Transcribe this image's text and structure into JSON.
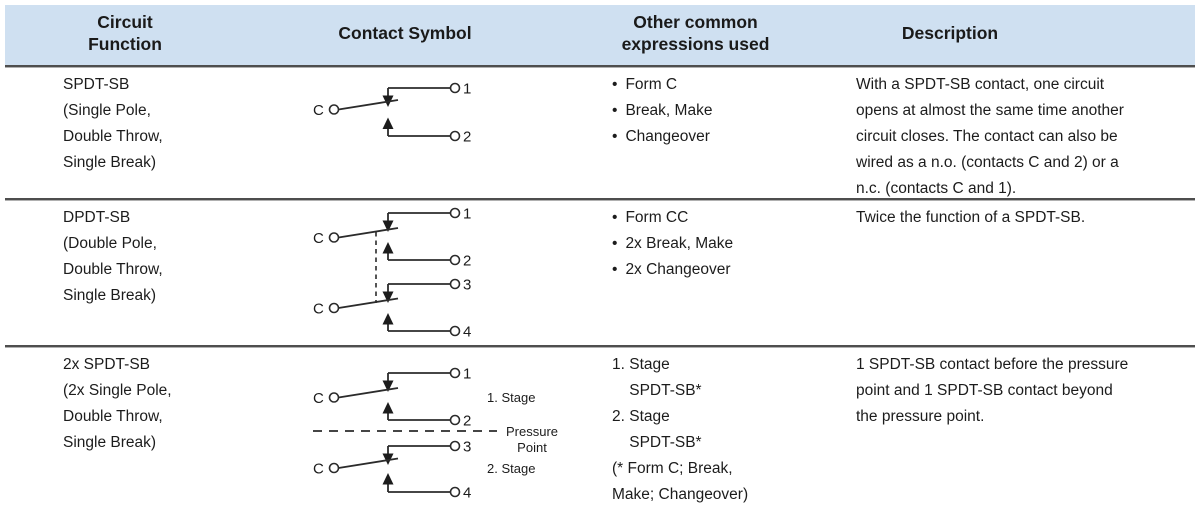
{
  "colors": {
    "header_bg": "#cfe0f1",
    "divider": "#4e4e4e",
    "text": "#1c1c1c"
  },
  "header": {
    "circuit_function": "Circuit\nFunction",
    "contact_symbol": "Contact Symbol",
    "other_expressions": "Other common\nexpressions used",
    "description": "Description"
  },
  "rows": [
    {
      "function": "SPDT-SB\n(Single Pole,\nDouble Throw,\nSingle Break)",
      "expressions": [
        "Form C",
        "Break, Make",
        "Changeover"
      ],
      "description": "With a SPDT-SB contact, one circuit\nopens at almost the same time another\ncircuit closes. The contact can also be\nwired as a n.o. (contacts C and 2) or a\nn.c. (contacts C and 1).",
      "symbol": {
        "common_1": "C",
        "t1": "1",
        "t2": "2"
      }
    },
    {
      "function": "DPDT-SB\n(Double Pole,\nDouble Throw,\nSingle Break)",
      "expressions": [
        "Form CC",
        "2x Break, Make",
        "2x Changeover"
      ],
      "description": "Twice the function of a SPDT-SB.",
      "symbol": {
        "common_1": "C",
        "common_2": "C",
        "t1": "1",
        "t2": "2",
        "t3": "3",
        "t4": "4"
      }
    },
    {
      "function": "2x SPDT-SB\n(2x Single Pole,\nDouble Throw,\nSingle Break)",
      "expressions_lines": "1. Stage\n    SPDT-SB*\n2. Stage\n    SPDT-SB*\n(* Form C; Break,\nMake; Changeover)",
      "description": "1 SPDT-SB contact before the pressure\npoint and 1 SPDT-SB contact beyond\nthe pressure point.",
      "symbol": {
        "common_1": "C",
        "common_2": "C",
        "t1": "1",
        "t2": "2",
        "t3": "3",
        "t4": "4",
        "stage_1": "1. Stage",
        "stage_2": "2. Stage",
        "pressure_1": "Pressure",
        "pressure_2": "Point"
      }
    }
  ]
}
